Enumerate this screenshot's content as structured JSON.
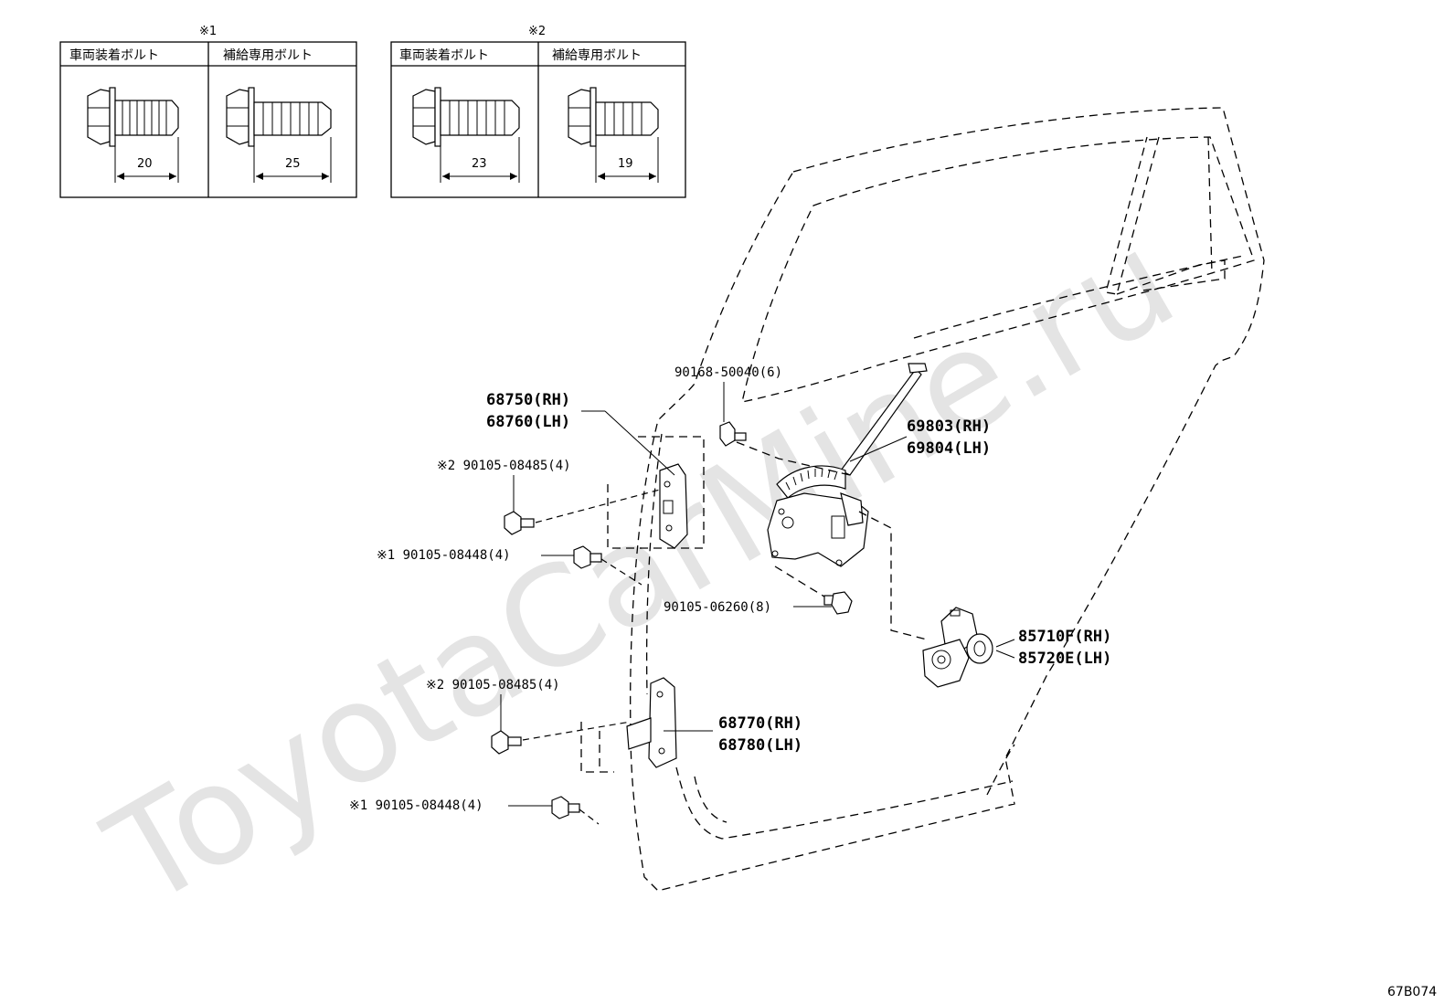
{
  "bolt_tables": [
    {
      "mark": "※1",
      "col1_header": "車両装着ボルト",
      "col2_header": "補給専用ボルト",
      "col1_dim": "20",
      "col2_dim": "25"
    },
    {
      "mark": "※2",
      "col1_header": "車両装着ボルト",
      "col2_header": "補給専用ボルト",
      "col1_dim": "23",
      "col2_dim": "19"
    }
  ],
  "labels": {
    "bolt_top": "90168-50040(6)",
    "hinge_upper_rh": "68750(RH)",
    "hinge_upper_lh": "68760(LH)",
    "regulator_rh": "69803(RH)",
    "regulator_lh": "69804(LH)",
    "bolt_upper_1": "※2 90105-08485(4)",
    "bolt_upper_2": "※1 90105-08448(4)",
    "bolt_reg": "90105-06260(8)",
    "motor_rh": "85710F(RH)",
    "motor_lh": "85720E(LH)",
    "bolt_lower_1": "※2 90105-08485(4)",
    "hinge_lower_rh": "68770(RH)",
    "hinge_lower_lh": "68780(LH)",
    "bolt_lower_2": "※1 90105-08448(4)",
    "figure_code": "67B074",
    "watermark": "ToyotaCarMine.ru"
  }
}
